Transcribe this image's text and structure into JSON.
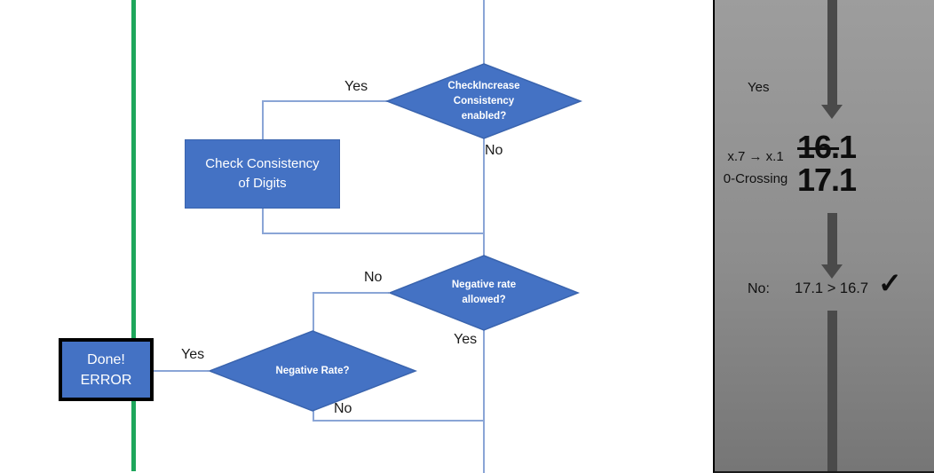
{
  "flowchart": {
    "decision_check_increase": {
      "lines": [
        "CheckIncrease",
        "Consistency",
        "enabled?"
      ]
    },
    "process_check_consistency": {
      "lines": [
        "Check Consistency",
        "of Digits"
      ]
    },
    "decision_negative_rate_allowed": {
      "lines": [
        "Negative rate",
        "allowed?"
      ]
    },
    "decision_negative_rate": {
      "lines": [
        "Negative Rate?"
      ]
    },
    "terminator_done_error": {
      "lines": [
        "Done!",
        "ERROR"
      ]
    },
    "labels": {
      "yes_top": "Yes",
      "no_top": "No",
      "no_mid": "No",
      "yes_mid": "Yes",
      "yes_bottom": "Yes",
      "no_bottom": "No"
    }
  },
  "panel": {
    "yes_label": "Yes",
    "transition_line1": "x.7 → x.1",
    "transition_line2": "0-Crossing",
    "old_value_struck": "16.",
    "old_value_rest": "1",
    "new_value": "17.1",
    "result_label": "No:",
    "result_comparison": "17.1 > 16.7",
    "check_icon": "✓"
  },
  "colors": {
    "accent_blue": "#4472C4",
    "shape_border_blue": "#3A64AE",
    "connector_blue": "#8AA5D6",
    "green_line": "#1EA65B",
    "panel_gray_top": "#9D9D9D",
    "panel_gray_bottom": "#767676",
    "arrow_gray": "#4A4A4A",
    "border_black": "#000000",
    "text_white": "#FFFFFF",
    "text_black": "#111111"
  }
}
